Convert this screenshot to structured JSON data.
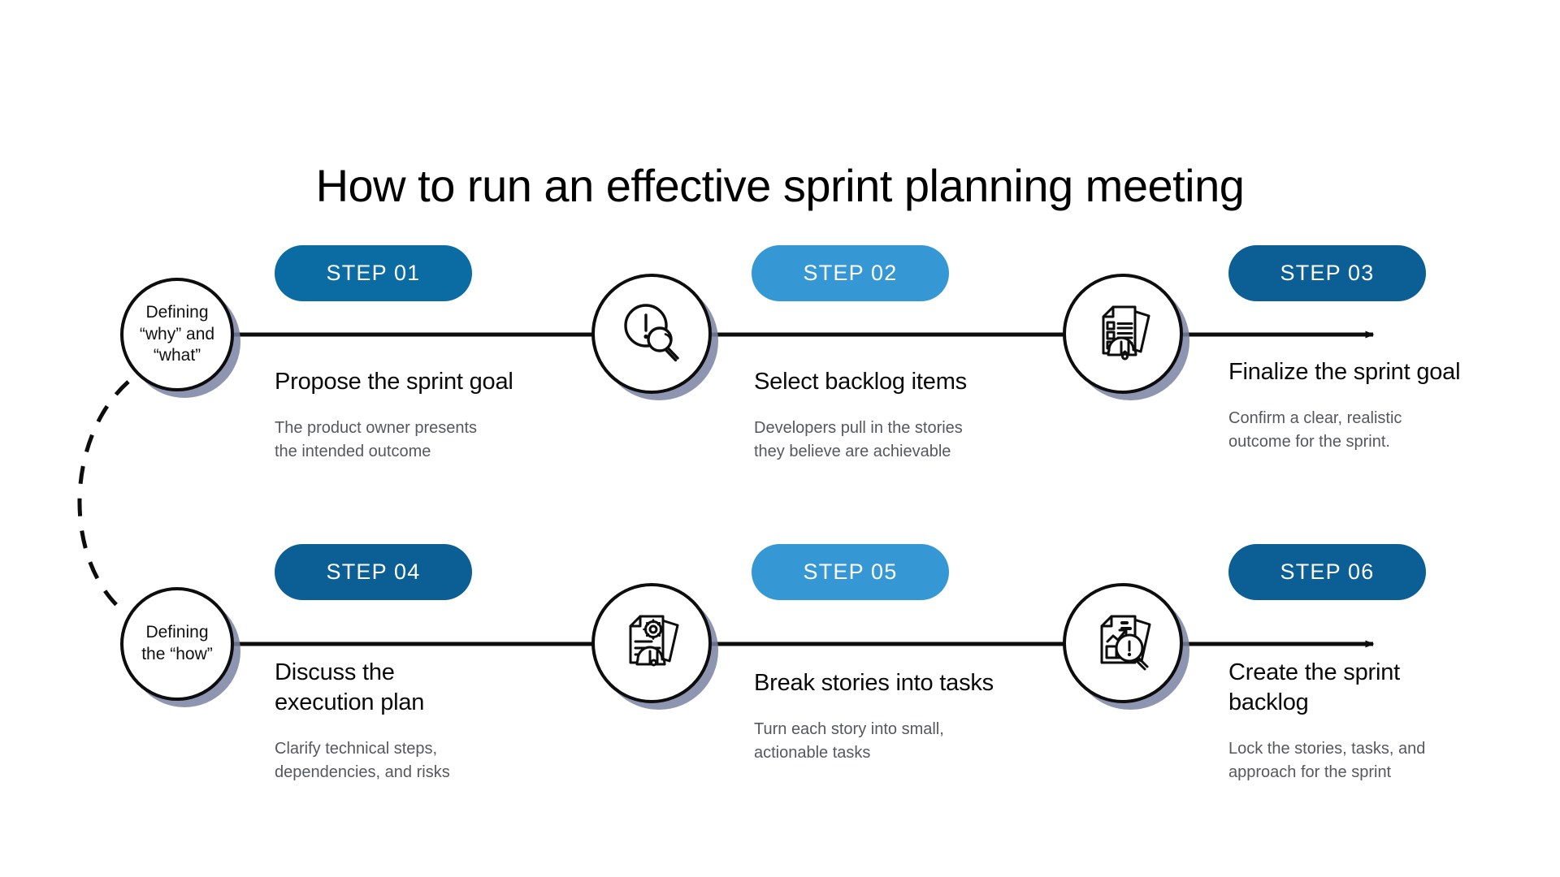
{
  "title": "How to run an effective sprint planning meeting",
  "colors": {
    "accent_dark": "#0b5f95",
    "accent_medium": "#0b6ba3",
    "accent_light": "#3598d4",
    "shadow": "#7a82a3",
    "outline": "#0d0d0d",
    "heading_text": "#0a0a0a",
    "body_text": "#55585c"
  },
  "anchors": [
    {
      "id": "why-what",
      "label": "Defining\n“why” and\n“what”"
    },
    {
      "id": "how",
      "label": "Defining\nthe “how”"
    }
  ],
  "steps": [
    {
      "badge": "STEP 01",
      "badge_color": "#0b6ba3",
      "heading": "Propose the sprint goal",
      "body": "The product owner presents\nthe intended outcome",
      "icon": "none"
    },
    {
      "badge": "STEP 02",
      "badge_color": "#3598d4",
      "heading": "Select backlog items",
      "body": "Developers pull in the stories\nthey believe are achievable",
      "icon": "alert-magnifier-icon"
    },
    {
      "badge": "STEP 03",
      "badge_color": "#0b5f95",
      "heading": "Finalize the sprint goal",
      "body": "Confirm a clear, realistic\noutcome for the sprint.",
      "icon": "checklist-certificate-icon"
    },
    {
      "badge": "STEP 04",
      "badge_color": "#0b5f95",
      "heading": "Discuss the\nexecution plan",
      "body": "Clarify technical steps,\ndependencies, and risks",
      "icon": "none"
    },
    {
      "badge": "STEP 05",
      "badge_color": "#3598d4",
      "heading": "Break stories into tasks",
      "body": "Turn each story into small,\nactionable tasks",
      "icon": "gear-document-certificate-icon"
    },
    {
      "badge": "STEP 06",
      "badge_color": "#0b5f95",
      "heading": "Create the sprint\nbacklog",
      "body": "Lock the stories, tasks, and\napproach for the sprint",
      "icon": "chart-document-alert-magnifier-icon"
    }
  ],
  "chart_data": {
    "type": "diagram",
    "title": "How to run an effective sprint planning meeting",
    "layout": "two-row horizontal arrow timeline, 3 steps per row, connected by a dashed curve on the left",
    "rows": [
      {
        "anchor": "Defining “why” and “what”",
        "steps": [
          "STEP 01",
          "STEP 02",
          "STEP 03"
        ]
      },
      {
        "anchor": "Defining the “how”",
        "steps": [
          "STEP 04",
          "STEP 05",
          "STEP 06"
        ]
      }
    ]
  }
}
